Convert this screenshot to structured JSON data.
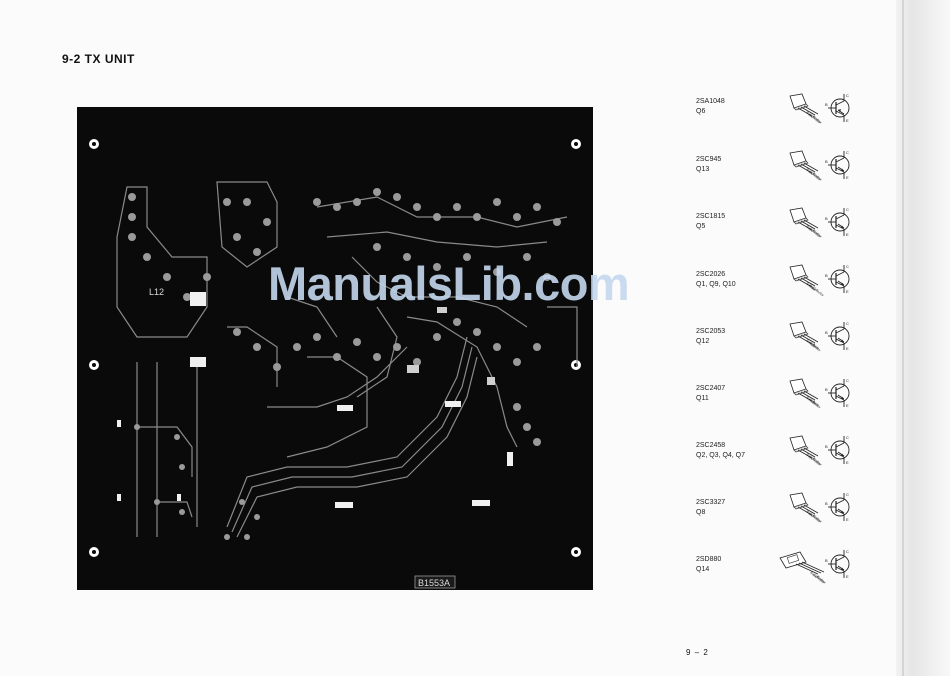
{
  "page": {
    "title": "9-2 TX UNIT",
    "page_number": "9 – 2",
    "watermark": "ManualsLib.com"
  },
  "board": {
    "label_coil": "L12",
    "board_code": "B1553A"
  },
  "transistors": [
    {
      "code": "2SA1048",
      "refs": "Q6",
      "leads": [
        "Base",
        "Collector",
        "Emitter"
      ]
    },
    {
      "code": "2SC945",
      "refs": "Q13",
      "leads": [
        "Base",
        "Collector",
        "Emitter"
      ]
    },
    {
      "code": "2SC1815",
      "refs": "Q5",
      "leads": [
        "Base",
        "Collector",
        "Emitter"
      ]
    },
    {
      "code": "2SC2026",
      "refs": "Q1, Q9, Q10",
      "leads": [
        "Emitter",
        "Base",
        "Collector"
      ]
    },
    {
      "code": "2SC2053",
      "refs": "Q12",
      "leads": [
        "Emitter",
        "Collector",
        "Base"
      ]
    },
    {
      "code": "2SC2407",
      "refs": "Q11",
      "leads": [
        "Emitter",
        "Collector",
        "Base"
      ]
    },
    {
      "code": "2SC2458",
      "refs": "Q2, Q3, Q4, Q7",
      "leads": [
        "Base",
        "Collector",
        "Emitter"
      ]
    },
    {
      "code": "2SC3327",
      "refs": "Q8",
      "leads": [
        "Base",
        "Collector",
        "Emitter"
      ]
    },
    {
      "code": "2SD880",
      "refs": "Q14",
      "leads": [
        "Base",
        "Collector",
        "Emitter"
      ]
    }
  ]
}
